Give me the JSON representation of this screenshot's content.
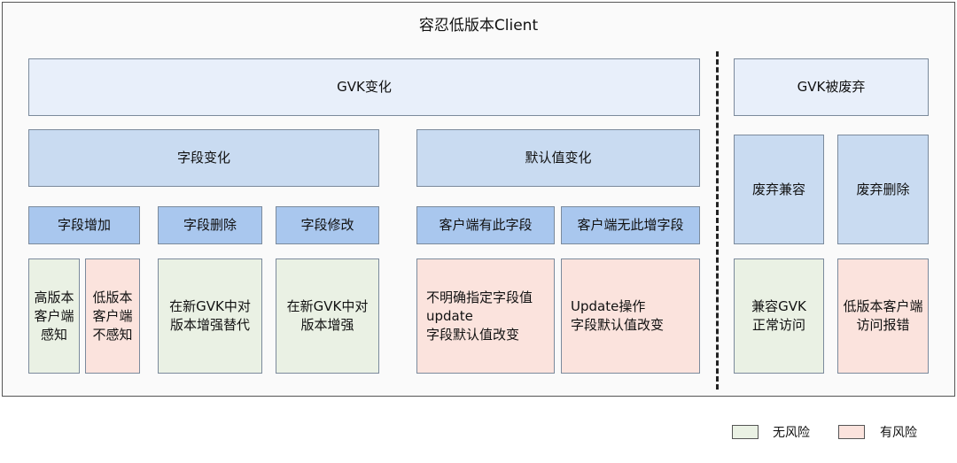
{
  "title": "容忍低版本Client",
  "left_section": {
    "header": "GVK变化",
    "field_change": {
      "label": "字段变化",
      "add": {
        "label": "字段增加",
        "high_client": "高版本\n客户端\n感知",
        "low_client": "低版本\n客户端\n不感知"
      },
      "delete": {
        "label": "字段删除",
        "result": "在新GVK中对\n版本增强替代"
      },
      "modify": {
        "label": "字段修改",
        "result": "在新GVK中对\n版本增强"
      }
    },
    "default_change": {
      "label": "默认值变化",
      "client_has_field": {
        "label": "客户端有此字段",
        "result": "不明确指定字段值\nupdate\n字段默认值改变"
      },
      "client_no_field": {
        "label": "客户端无此增字段",
        "result": "Update操作\n字段默认值改变"
      }
    }
  },
  "right_section": {
    "header": "GVK被废弃",
    "compat": {
      "label": "废弃兼容",
      "result": "兼容GVK\n正常访问"
    },
    "delete": {
      "label": "废弃删除",
      "result": "低版本客户端\n访问报错"
    }
  },
  "legend": [
    {
      "label": "无风险",
      "color": "#eaf1e4"
    },
    {
      "label": "有风险",
      "color": "#fbe3dd"
    }
  ]
}
